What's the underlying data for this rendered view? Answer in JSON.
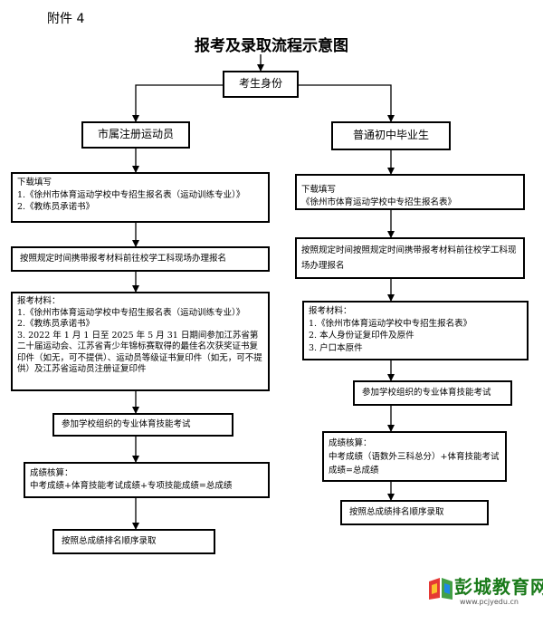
{
  "header": {
    "attachment": "附件 4",
    "title": "报考及录取流程示意图"
  },
  "flow": {
    "start": "考生身份",
    "branches": [
      {
        "label": "市属注册运动员",
        "steps": [
          {
            "lines": [
              "下载填写",
              "1.《徐州市体育运动学校中专招生报名表（运动训练专业）》",
              "2.《教练员承诺书》"
            ]
          },
          {
            "lines": [
              "按照规定时间携带报考材料前往校学工科现场办理报名"
            ]
          },
          {
            "lines": [
              "报考材料：",
              "1.《徐州市体育运动学校中专招生报名表（运动训练专业）》",
              "2.《教练员承诺书》",
              "3. 2022 年 1 月 1 日至 2025 年 5 月 31 日期间参加江苏省第二十届运动会、江苏省青少年锦标赛取得的最佳名次获奖证书复印件（如无，可不提供）、运动员等级证书复印件（如无，可不提供）及江苏省运动员注册证复印件"
            ]
          },
          {
            "lines": [
              "参加学校组织的专业体育技能考试"
            ]
          },
          {
            "lines": [
              "成绩核算：",
              "中考成绩+体育技能考试成绩+专项技能成绩=总成绩"
            ]
          },
          {
            "lines": [
              "按照总成绩排名顺序录取"
            ]
          }
        ]
      },
      {
        "label": "普通初中毕业生",
        "steps": [
          {
            "lines": [
              "下载填写",
              "《徐州市体育运动学校中专招生报名表》"
            ]
          },
          {
            "lines": [
              "按照规定时间按照规定时间携带报考材料前往校学工科现场办理报名"
            ]
          },
          {
            "lines": [
              "报考材料：",
              "1.《徐州市体育运动学校中专招生报名表》",
              "2. 本人身份证复印件及原件",
              "3. 户口本原件"
            ]
          },
          {
            "lines": [
              "参加学校组织的专业体育技能考试"
            ]
          },
          {
            "lines": [
              "成绩核算：",
              "中考成绩（语数外三科总分）+体育技能考试成绩=总成绩"
            ]
          },
          {
            "lines": [
              "按照总成绩排名顺序录取"
            ]
          }
        ]
      }
    ]
  },
  "watermark": {
    "name": "彭城教育网",
    "url": "www.pcjyedu.cn"
  }
}
